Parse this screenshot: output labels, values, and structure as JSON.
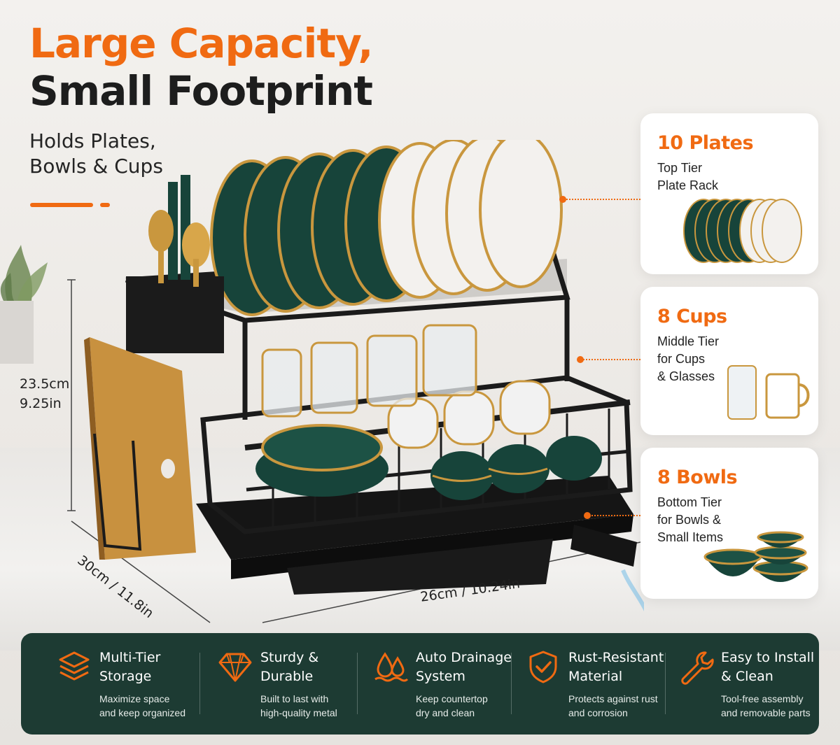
{
  "headline": {
    "line1": "Large Capacity,",
    "line2": "Small Footprint",
    "subline1": "Holds Plates,",
    "subline2": "Bowls & Cups"
  },
  "dimensions": {
    "height_cm": "23.5cm",
    "height_in": "9.25in",
    "depth": "30cm / 11.8in",
    "width": "26cm / 10.24in"
  },
  "cards": [
    {
      "title": "10 Plates",
      "line1": "Top Tier",
      "line2": "Plate Rack",
      "line3": "",
      "icon": "plates-icon"
    },
    {
      "title": "8 Cups",
      "line1": "Middle Tier",
      "line2": "for Cups",
      "line3": "& Glasses",
      "icon": "cups-icon"
    },
    {
      "title": "8 Bowls",
      "line1": "Bottom Tier",
      "line2": "for Bowls &",
      "line3": "Small Items",
      "icon": "bowls-icon"
    }
  ],
  "features": [
    {
      "title1": "Multi-Tier",
      "title2": "Storage",
      "desc1": "Maximize space",
      "desc2": "and keep organized",
      "icon": "layers-icon"
    },
    {
      "title1": "Sturdy &",
      "title2": "Durable",
      "desc1": "Built to last with",
      "desc2": "high-quality metal",
      "icon": "diamond-icon"
    },
    {
      "title1": "Auto Drainage",
      "title2": "System",
      "desc1": "Keep countertop",
      "desc2": "dry and clean",
      "icon": "water-drops-icon"
    },
    {
      "title1": "Rust-Resistant",
      "title2": "Material",
      "desc1": "Protects against rust",
      "desc2": "and corrosion",
      "icon": "shield-check-icon"
    },
    {
      "title1": "Easy to Install",
      "title2": "& Clean",
      "desc1": "Tool-free assembly",
      "desc2": "and removable parts",
      "icon": "wrench-icon"
    }
  ],
  "colors": {
    "accent": "#f06a12",
    "dark_green": "#1d3b33",
    "plate_green": "#17443a",
    "gold": "#c9973e",
    "rack_black": "#1b1b1b"
  }
}
